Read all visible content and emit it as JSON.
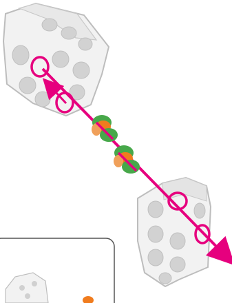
{
  "figure": {
    "kind": "assembly-instruction-illustration",
    "parts": [
      {
        "name": "angled-perforated-frame-upper-left",
        "color": "#f2f2f2"
      },
      {
        "name": "perforated-frame-lower-right",
        "color": "#f2f2f2"
      },
      {
        "name": "axle-rod",
        "color": "#e6007e"
      },
      {
        "name": "spacer-bushing-1",
        "color": "#f07c1e"
      },
      {
        "name": "spacer-bushing-2",
        "color": "#f07c1e"
      },
      {
        "name": "shaft-ring-green",
        "color": "#47a84a"
      }
    ],
    "colors": {
      "highlight": "#e6007e",
      "frame": "#f2f2f2",
      "frame_edge": "#bdbdbd",
      "bushing": "#f07c1e",
      "ring": "#47a84a",
      "inset_border": "#555555"
    },
    "inset": {
      "name": "preview-inset",
      "visible": true
    }
  }
}
